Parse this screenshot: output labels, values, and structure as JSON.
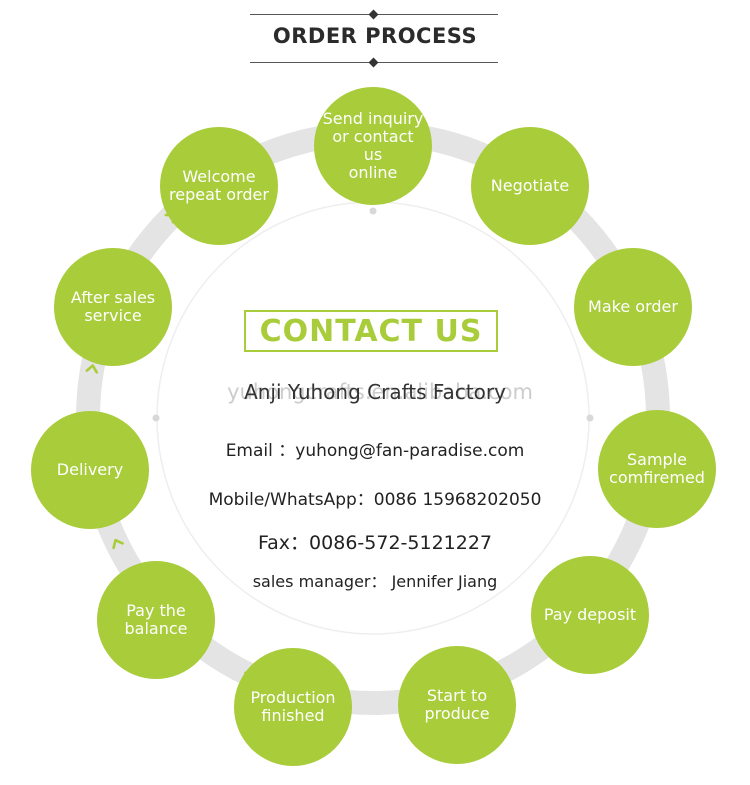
{
  "header": {
    "title": "ORDER PROCESS"
  },
  "contact": {
    "heading": "CONTACT US",
    "company": "Anji Yuhong Crafts Factory",
    "watermark": "yuhongcrafts.en.alibaba.com",
    "email": "Email ：yuhong@fan-paradise.com",
    "mobile": "Mobile/WhatsApp：0086 15968202050",
    "fax": "Fax：0086-572-5121227",
    "manager": "sales manager：  Jennifer Jiang"
  },
  "steps": [
    {
      "label": "Send inquiry\nor contact us\nonline"
    },
    {
      "label": "Negotiate"
    },
    {
      "label": "Make order"
    },
    {
      "label": "Sample\ncomfiremed"
    },
    {
      "label": "Pay deposit"
    },
    {
      "label": "Start to\nproduce"
    },
    {
      "label": "Production\nfinished"
    },
    {
      "label": "Pay the\nbalance"
    },
    {
      "label": "Delivery"
    },
    {
      "label": "After sales\nservice"
    },
    {
      "label": "Welcome\nrepeat order"
    }
  ],
  "colors": {
    "accent": "#a8cc3a",
    "ring": "#e4e4e4",
    "text": "#222222"
  }
}
